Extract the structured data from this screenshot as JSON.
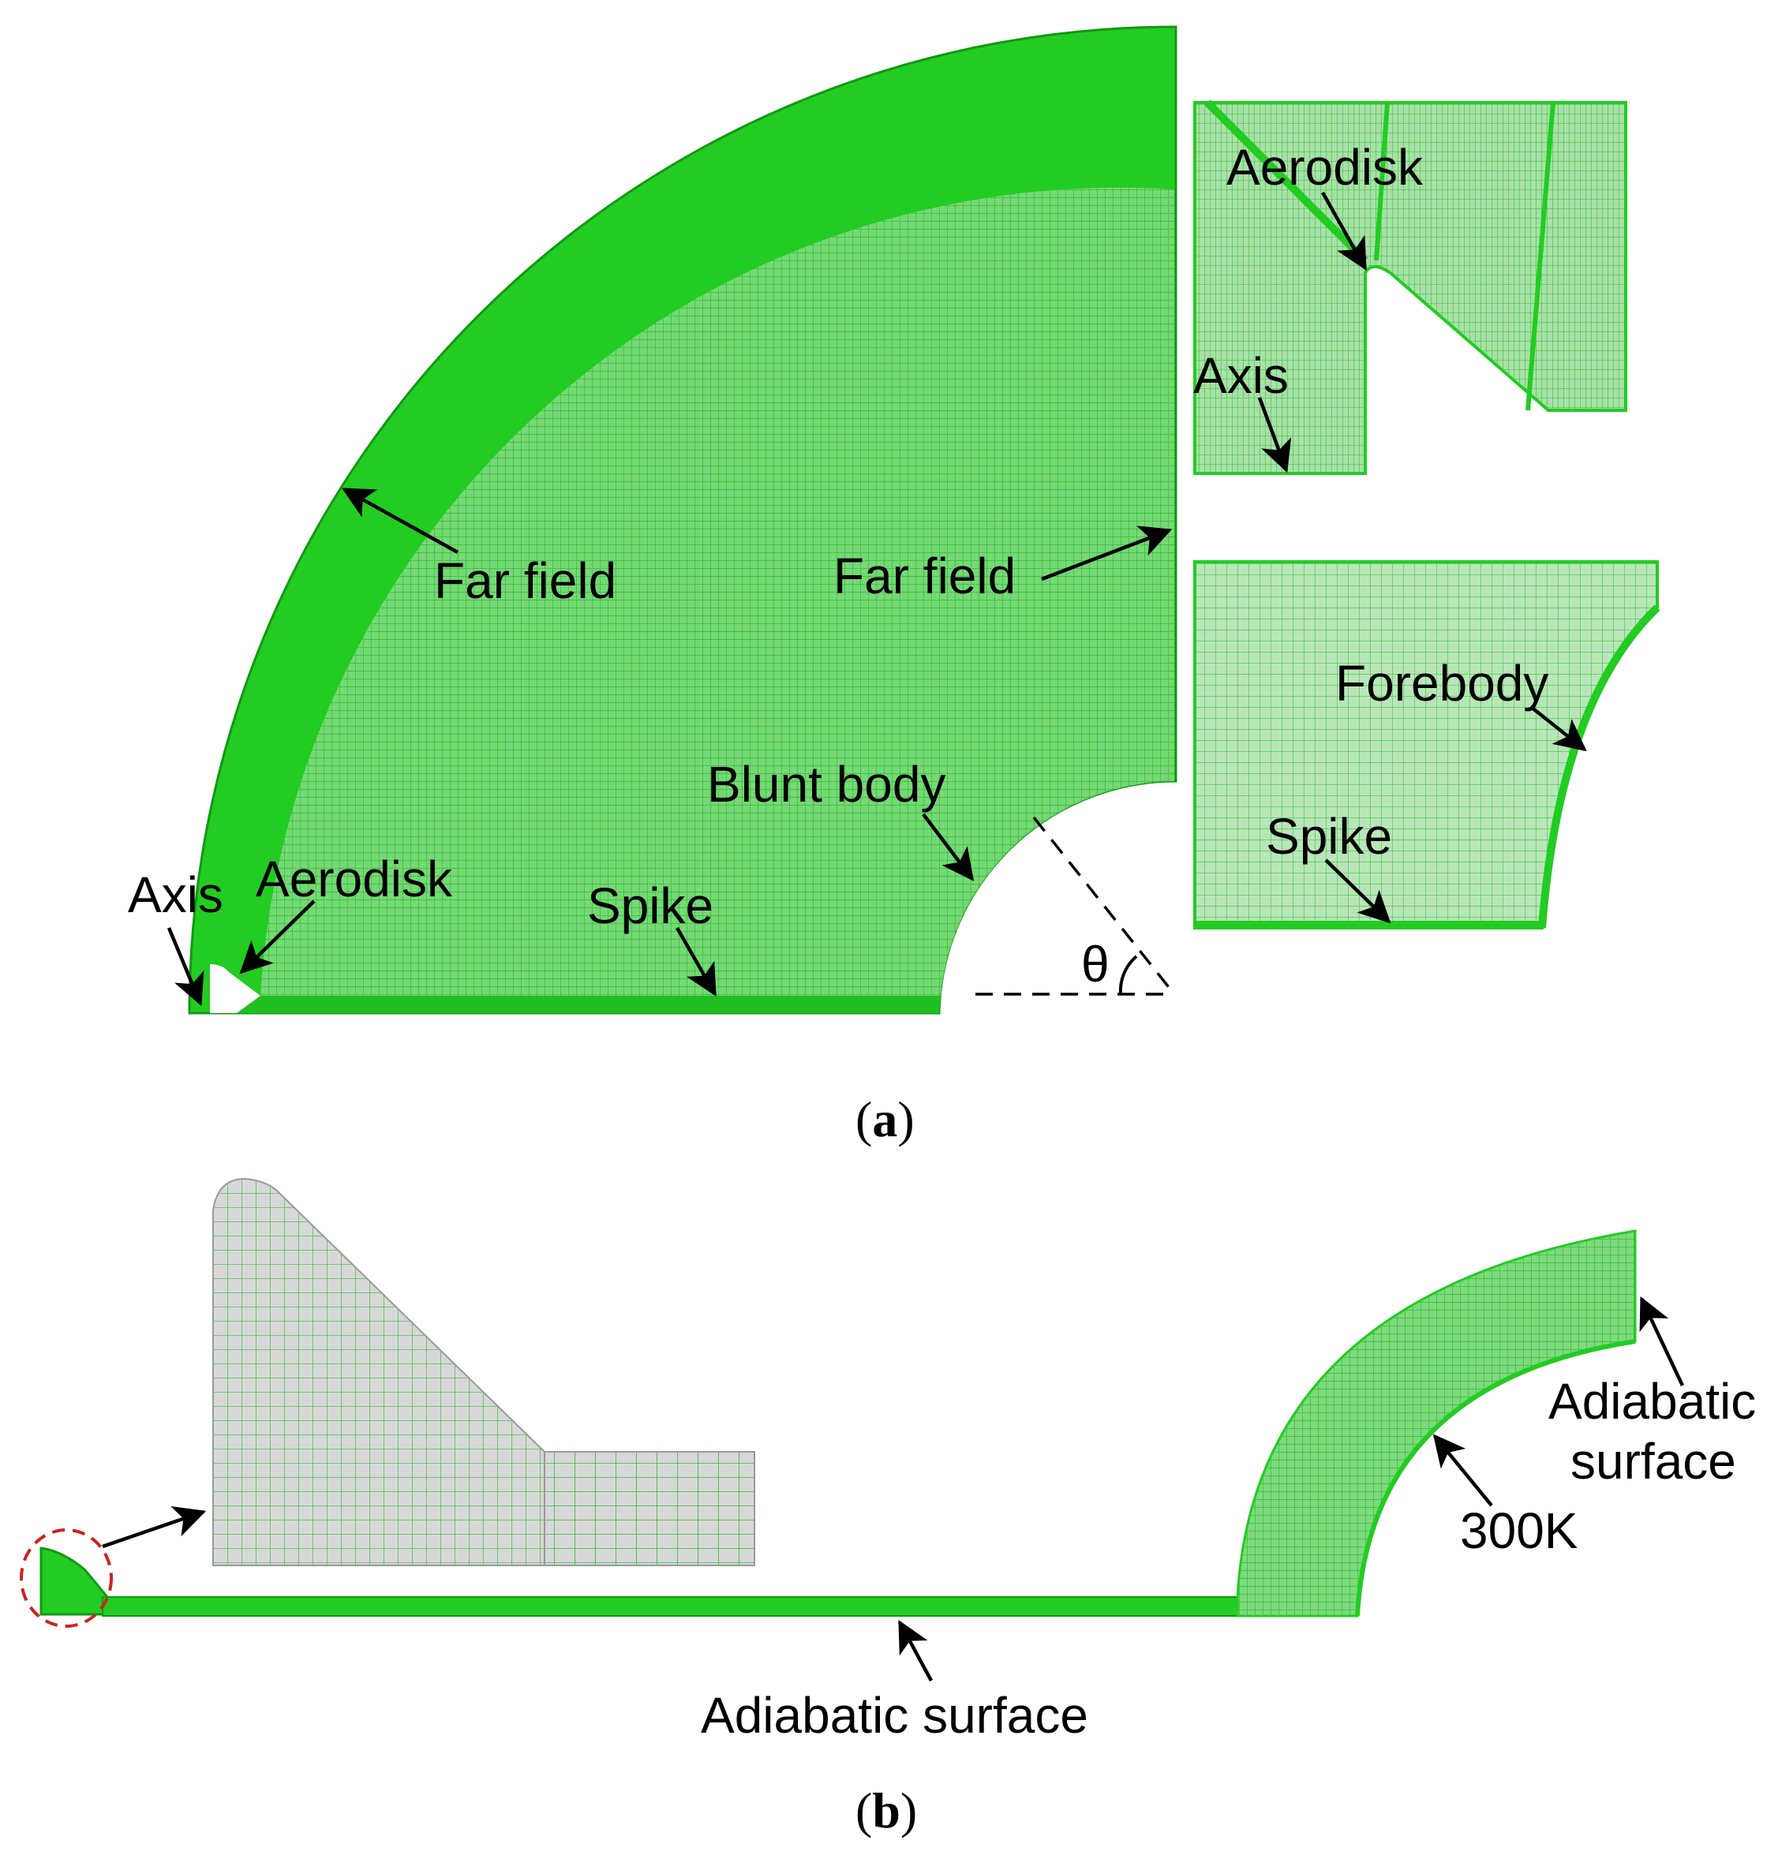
{
  "colors": {
    "mesh_fill": "#22cc22",
    "mesh_line": "#119911",
    "mesh_light": "#cfe9cf",
    "solid_gray": "#d6d6d6",
    "solid_line": "#22bb22",
    "highlight_circle": "#cc2222"
  },
  "panel_a": {
    "labels": {
      "far_field_left": "Far field",
      "far_field_right": "Far field",
      "blunt_body": "Blunt body",
      "axis": "Axis",
      "aerodisk": "Aerodisk",
      "spike": "Spike",
      "theta": "θ"
    },
    "inset_top": {
      "aerodisk": "Aerodisk",
      "axis": "Axis"
    },
    "inset_bottom": {
      "forebody": "Forebody",
      "spike": "Spike"
    },
    "caption": {
      "open": "(",
      "letter": "a",
      "close": ")"
    }
  },
  "panel_b": {
    "labels": {
      "adiabatic_right_line1": "Adiabatic",
      "adiabatic_right_line2": "surface",
      "temp_300k": "300K",
      "adiabatic_bottom": "Adiabatic surface"
    },
    "caption": {
      "open": "(",
      "letter": "b",
      "close": ")"
    }
  }
}
